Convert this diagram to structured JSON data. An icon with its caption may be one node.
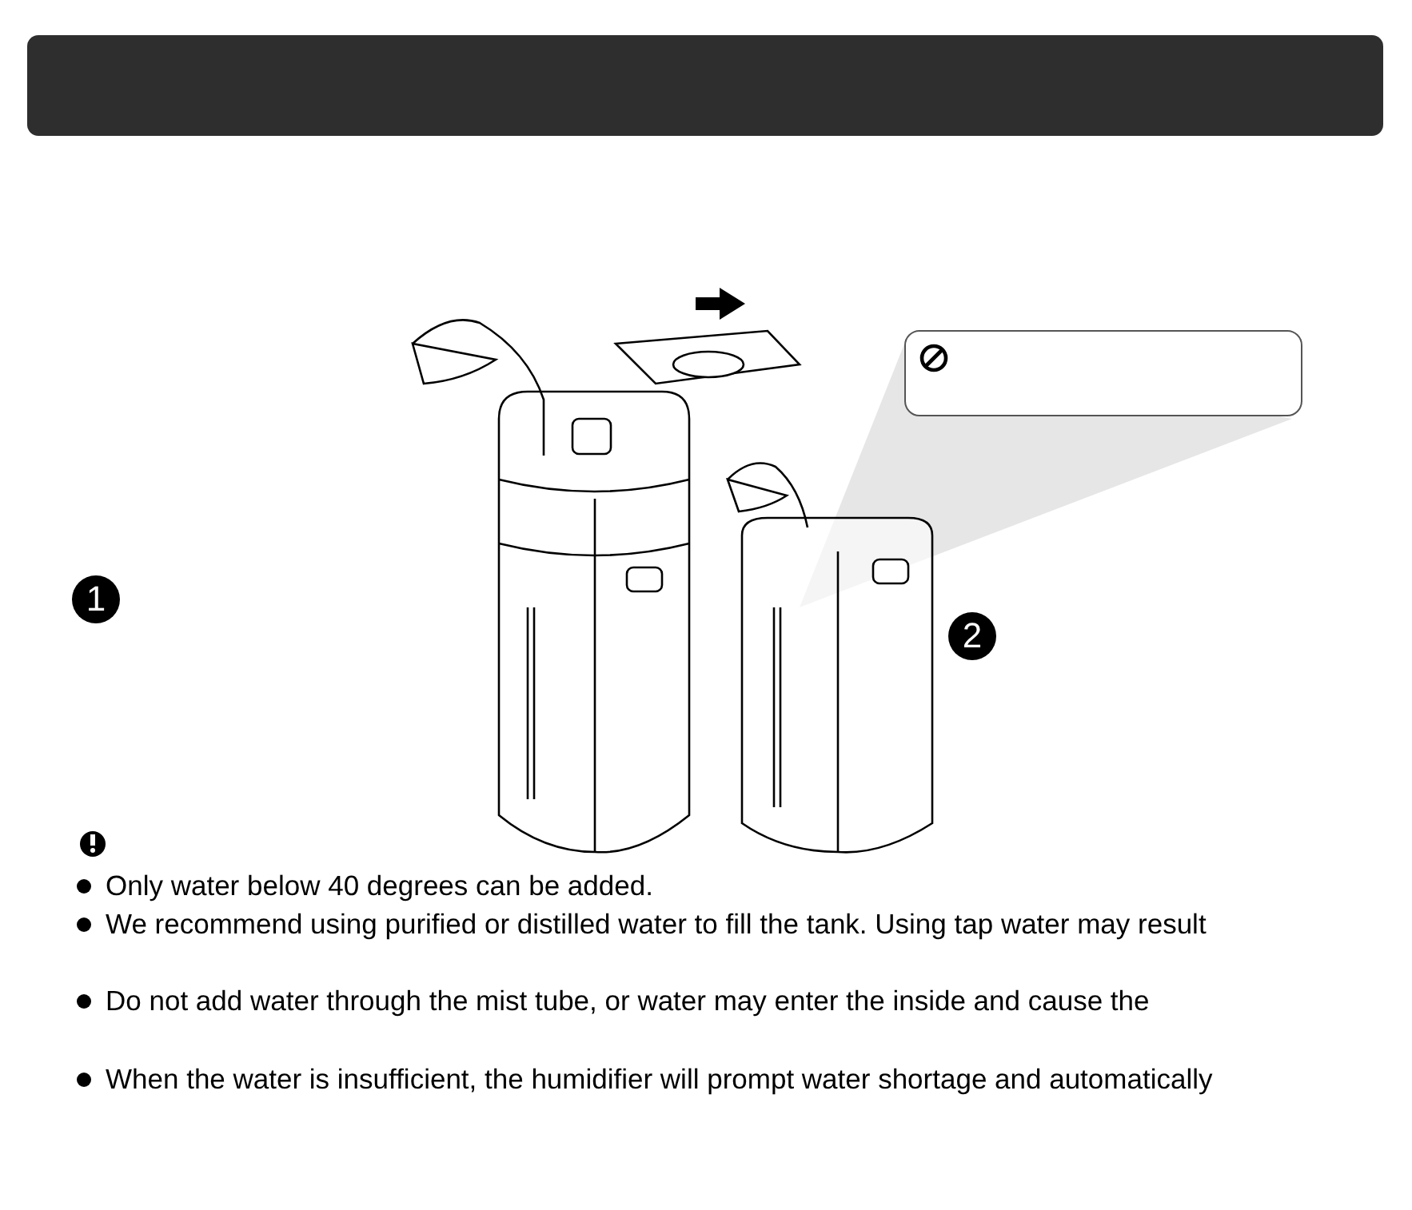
{
  "diagram": {
    "labels": [
      "1",
      "2",
      "Only water below 40 degrees can be added.",
      "We recommend using purified or distilled water to fill the tank. Using tap water may result",
      "Do not add water through the mist tube, or water may enter the inside and cause the",
      "When the water is insufficient, the humidifier will prompt water shortage and automatically"
    ]
  }
}
